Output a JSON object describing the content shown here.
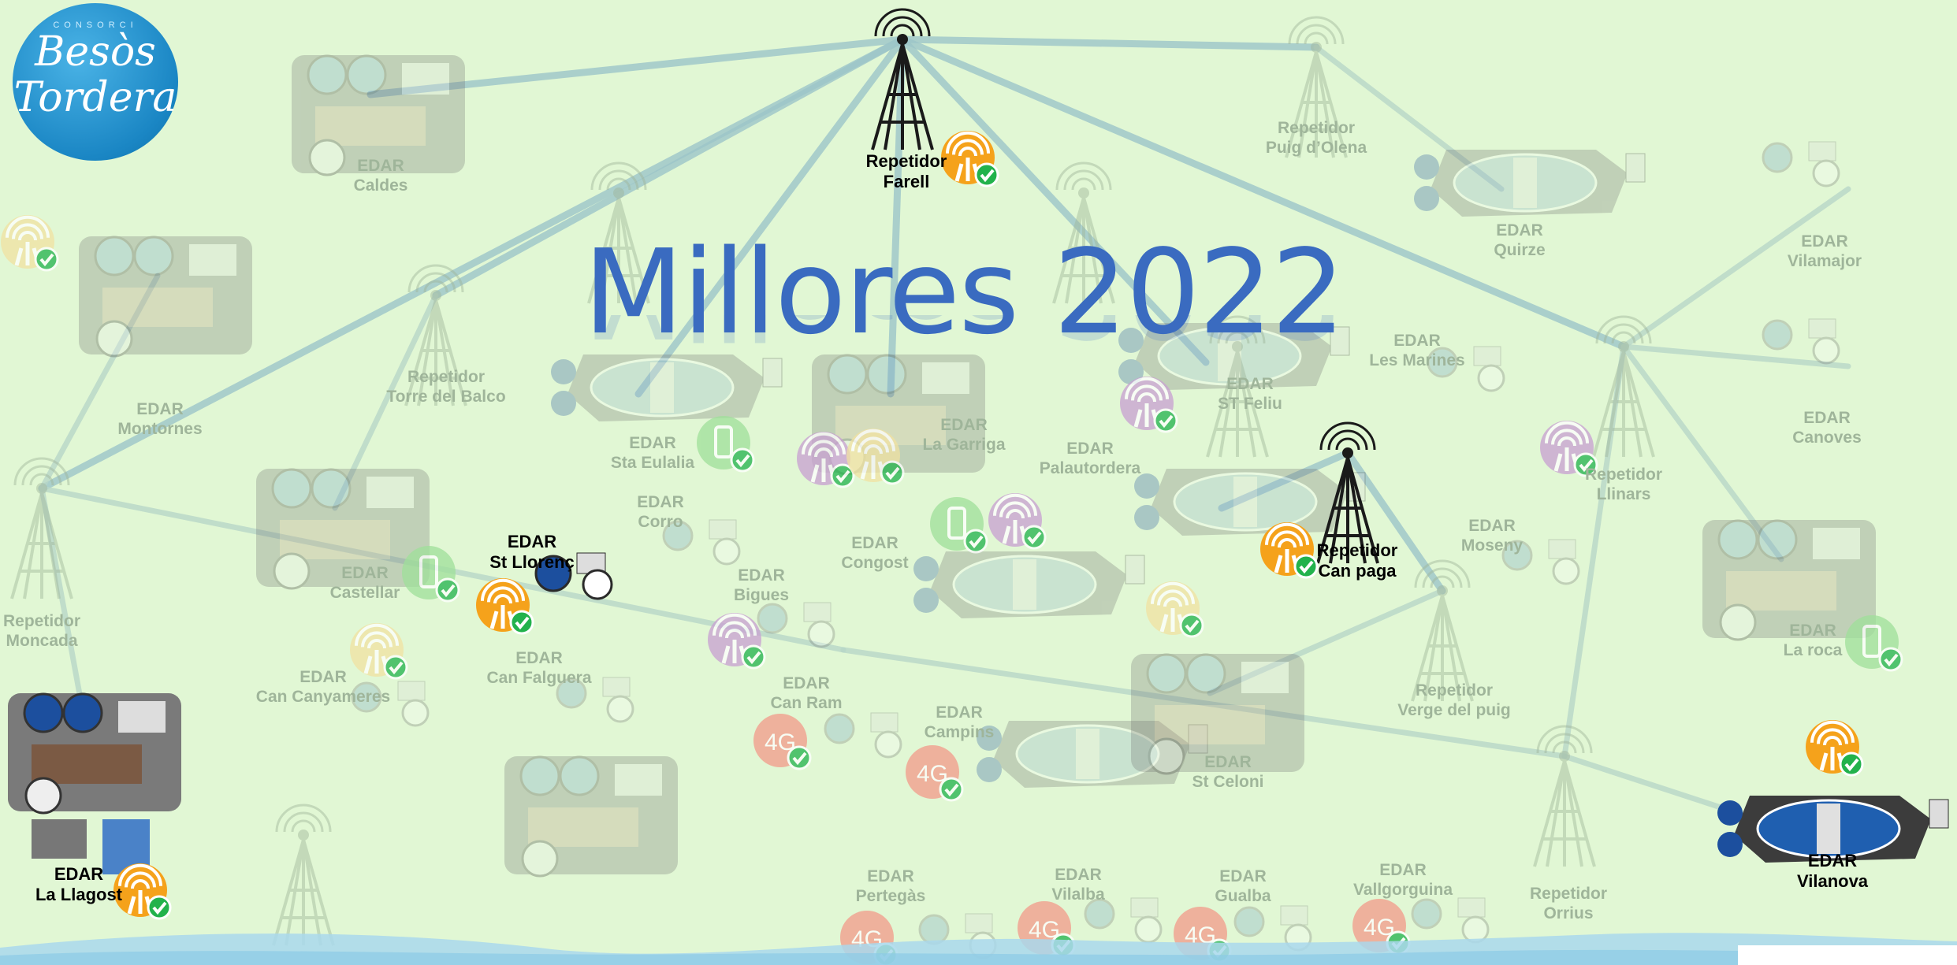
{
  "slide": {
    "title": "Millores 2022",
    "logo": {
      "small_text": "CONSORCI",
      "line1": "Besòs",
      "line2": "Tordera"
    }
  },
  "colors": {
    "background": "#e1f7d4",
    "title": "#3a6bc0",
    "link_faded": "#b8d7c8",
    "link_active": "#9dc6c9",
    "orange_badge": "#f5a21b",
    "purple_badge": "#c8a0d2",
    "green_badge": "#9fe09a",
    "red_badge": "#f39a8a",
    "yellow_badge": "#f1e2a2",
    "check": "#22b24c",
    "logo": "#1a86c4",
    "wave": "#b8dff0"
  },
  "nodes": [
    {
      "id": "farell",
      "kind": "repeater",
      "active": true,
      "lines": [
        "Repetidor",
        "Farell"
      ],
      "badges": [
        "orange-wifi"
      ]
    },
    {
      "id": "puig-olena",
      "kind": "repeater",
      "active": false,
      "lines": [
        "Repetidor",
        "Puig d’Olena"
      ],
      "badges": []
    },
    {
      "id": "caldes",
      "kind": "edar",
      "active": false,
      "lines": [
        "EDAR",
        "Caldes"
      ],
      "badges": []
    },
    {
      "id": "quirze",
      "kind": "edar",
      "active": false,
      "lines": [
        "EDAR",
        "Quirze"
      ],
      "badges": []
    },
    {
      "id": "vilamajor",
      "kind": "edar",
      "active": false,
      "lines": [
        "EDAR",
        "Vilamajor"
      ],
      "badges": []
    },
    {
      "id": "montornes",
      "kind": "edar",
      "active": false,
      "lines": [
        "EDAR",
        "Montornes"
      ],
      "badges": [
        "yellow-wifi"
      ]
    },
    {
      "id": "torre-balco",
      "kind": "repeater",
      "active": false,
      "lines": [
        "Repetidor",
        "Torre del Balco"
      ],
      "badges": []
    },
    {
      "id": "sta-eulalia",
      "kind": "edar",
      "active": false,
      "lines": [
        "EDAR",
        "Sta Eulalia"
      ],
      "badges": [
        "green-phone"
      ]
    },
    {
      "id": "la-garriga",
      "kind": "edar",
      "active": false,
      "lines": [
        "EDAR",
        "La Garriga"
      ],
      "badges": [
        "purple-wifi",
        "yellow-wifi"
      ]
    },
    {
      "id": "st-feliu",
      "kind": "edar",
      "active": false,
      "lines": [
        "EDAR",
        "ST Feliu"
      ],
      "badges": [
        "purple-wifi"
      ]
    },
    {
      "id": "les-marines",
      "kind": "edar",
      "active": false,
      "lines": [
        "EDAR",
        "Les Marines"
      ],
      "badges": []
    },
    {
      "id": "canoves",
      "kind": "edar",
      "active": false,
      "lines": [
        "EDAR",
        "Canoves"
      ],
      "badges": []
    },
    {
      "id": "llinars",
      "kind": "repeater",
      "active": false,
      "lines": [
        "Repetidor",
        "Llinars"
      ],
      "badges": [
        "purple-wifi"
      ]
    },
    {
      "id": "palautordera",
      "kind": "edar",
      "active": false,
      "lines": [
        "EDAR",
        "Palautordera"
      ],
      "badges": []
    },
    {
      "id": "can-paga",
      "kind": "repeater",
      "active": true,
      "lines": [
        "Repetidor",
        "Can paga"
      ],
      "badges": [
        "orange-wifi"
      ]
    },
    {
      "id": "moseny",
      "kind": "edar",
      "active": false,
      "lines": [
        "EDAR",
        "Moseny"
      ],
      "badges": []
    },
    {
      "id": "la-roca",
      "kind": "edar",
      "active": false,
      "lines": [
        "EDAR",
        "La roca"
      ],
      "badges": [
        "green-phone"
      ]
    },
    {
      "id": "moncada",
      "kind": "repeater",
      "active": false,
      "lines": [
        "Repetidor",
        "Moncada"
      ],
      "badges": []
    },
    {
      "id": "castellar",
      "kind": "edar",
      "active": false,
      "lines": [
        "EDAR",
        "Castellar"
      ],
      "badges": [
        "green-phone"
      ]
    },
    {
      "id": "st-llorenc",
      "kind": "edar",
      "active": true,
      "lines": [
        "EDAR",
        "St Llorenç"
      ],
      "badges": [
        "orange-wifi"
      ]
    },
    {
      "id": "corro",
      "kind": "edar",
      "active": false,
      "lines": [
        "EDAR",
        "Corro"
      ],
      "badges": []
    },
    {
      "id": "congost",
      "kind": "edar",
      "active": false,
      "lines": [
        "EDAR",
        "Congost"
      ],
      "badges": [
        "green-phone",
        "purple-wifi"
      ]
    },
    {
      "id": "bigues",
      "kind": "edar",
      "active": false,
      "lines": [
        "EDAR",
        "Bigues"
      ],
      "badges": [
        "purple-wifi"
      ]
    },
    {
      "id": "can-canyameres",
      "kind": "edar",
      "active": false,
      "lines": [
        "EDAR",
        "Can Canyameres"
      ],
      "badges": [
        "yellow-wifi"
      ]
    },
    {
      "id": "can-falguera",
      "kind": "edar",
      "active": false,
      "lines": [
        "EDAR",
        "Can Falguera"
      ],
      "badges": []
    },
    {
      "id": "can-ram",
      "kind": "edar",
      "active": false,
      "lines": [
        "EDAR",
        "Can Ram"
      ],
      "badges": [
        "red-4g"
      ]
    },
    {
      "id": "campins",
      "kind": "edar",
      "active": false,
      "lines": [
        "EDAR",
        "Campins"
      ],
      "badges": [
        "red-4g"
      ]
    },
    {
      "id": "st-celoni",
      "kind": "edar",
      "active": false,
      "lines": [
        "EDAR",
        "St Celoni"
      ],
      "badges": [
        "yellow-wifi"
      ]
    },
    {
      "id": "verge-puig",
      "kind": "repeater",
      "active": false,
      "lines": [
        "Repetidor",
        "Verge del puig"
      ],
      "badges": []
    },
    {
      "id": "la-llagost",
      "kind": "edar",
      "active": true,
      "lines": [
        "EDAR",
        "La Llagost"
      ],
      "badges": [
        "orange-wifi"
      ]
    },
    {
      "id": "pertegas",
      "kind": "edar",
      "active": false,
      "lines": [
        "EDAR",
        "Pertegàs"
      ],
      "badges": [
        "red-4g"
      ]
    },
    {
      "id": "vilalba",
      "kind": "edar",
      "active": false,
      "lines": [
        "EDAR",
        "Vilalba"
      ],
      "badges": [
        "red-4g"
      ]
    },
    {
      "id": "gualba",
      "kind": "edar",
      "active": false,
      "lines": [
        "EDAR",
        "Gualba"
      ],
      "badges": [
        "red-4g"
      ]
    },
    {
      "id": "vallgorguina",
      "kind": "edar",
      "active": false,
      "lines": [
        "EDAR",
        "Vallgorguina"
      ],
      "badges": [
        "red-4g"
      ]
    },
    {
      "id": "orrius",
      "kind": "repeater",
      "active": false,
      "lines": [
        "Repetidor",
        "Orrius"
      ],
      "badges": []
    },
    {
      "id": "vilanova",
      "kind": "edar",
      "active": true,
      "lines": [
        "EDAR",
        "Vilanova"
      ],
      "badges": [
        "orange-wifi"
      ]
    }
  ],
  "badge_texts": {
    "red-4g": "4G"
  },
  "links": [
    [
      "farell",
      "puig-olena"
    ],
    [
      "farell",
      "caldes"
    ],
    [
      "farell",
      "moncada"
    ],
    [
      "farell",
      "torre-balco"
    ],
    [
      "farell",
      "sta-eulalia"
    ],
    [
      "farell",
      "la-garriga"
    ],
    [
      "farell",
      "st-feliu"
    ],
    [
      "farell",
      "llinars"
    ],
    [
      "puig-olena",
      "quirze"
    ],
    [
      "llinars",
      "vilamajor"
    ],
    [
      "llinars",
      "canoves"
    ],
    [
      "llinars",
      "la-roca"
    ],
    [
      "llinars",
      "orrius"
    ],
    [
      "moncada",
      "la-llagost"
    ],
    [
      "moncada",
      "montornes"
    ],
    [
      "moncada",
      "bigues"
    ],
    [
      "orrius",
      "vilanova"
    ],
    [
      "orrius",
      "bigues"
    ],
    [
      "can-paga",
      "palautordera"
    ],
    [
      "can-paga",
      "verge-puig"
    ],
    [
      "verge-puig",
      "st-celoni"
    ],
    [
      "torre-balco",
      "castellar"
    ]
  ]
}
